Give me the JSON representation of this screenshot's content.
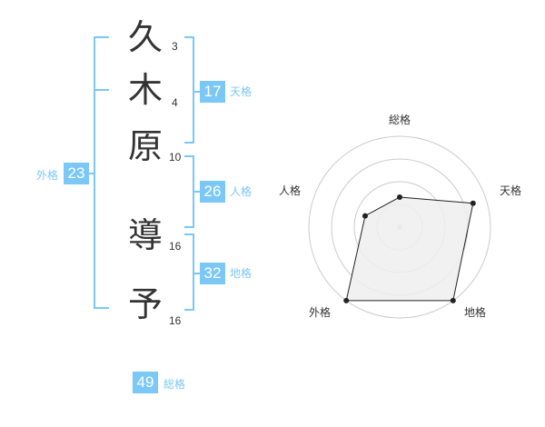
{
  "colors": {
    "accent": "#7bc8f6",
    "text": "#333333",
    "radar_fill": "#eeeeee",
    "radar_line": "#222222",
    "ring": "#cccccc"
  },
  "name": {
    "chars": [
      "久",
      "木",
      "原",
      "導",
      "予"
    ],
    "strokes": [
      "3",
      "4",
      "10",
      "16",
      "16"
    ]
  },
  "fortune": {
    "tenkaku": {
      "value": "17",
      "label": "天格"
    },
    "jinkaku": {
      "value": "26",
      "label": "人格"
    },
    "chikaku": {
      "value": "32",
      "label": "地格"
    },
    "gaikaku": {
      "value": "23",
      "label": "外格"
    },
    "soukaku": {
      "value": "49",
      "label": "総格"
    }
  },
  "radar": {
    "axes": [
      "総格",
      "天格",
      "地格",
      "外格",
      "人格"
    ],
    "values": [
      0.33,
      0.85,
      1.0,
      1.0,
      0.4
    ],
    "rings": 4
  }
}
